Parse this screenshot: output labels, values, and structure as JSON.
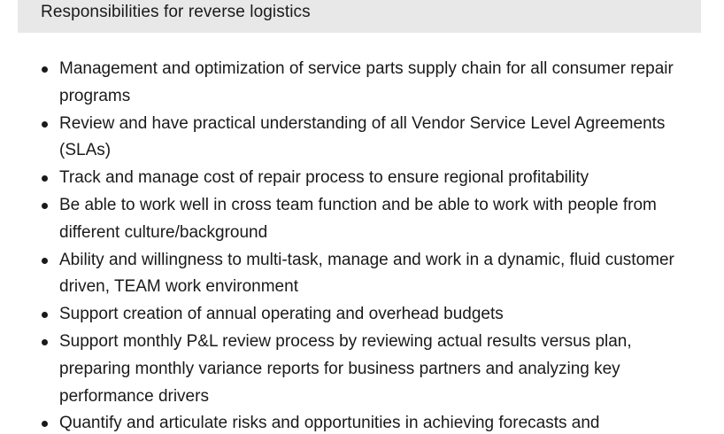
{
  "section": {
    "title": "Responsibilities for reverse logistics"
  },
  "responsibilities": [
    "Management and optimization of service parts supply chain for all consumer repair programs",
    "Review and have practical understanding of all Vendor Service Level Agreements (SLAs)",
    "Track and manage cost of repair process to ensure regional profitability",
    "Be able to work well in cross team function and be able to work with people from different culture/background",
    "Ability and willingness to multi-task, manage and work in a dynamic, fluid customer driven, TEAM work environment",
    "Support creation of annual operating and overhead budgets",
    "Support monthly P&L review process by reviewing actual results versus plan, preparing monthly variance reports for business partners and analyzing key performance drivers",
    "Quantify and articulate risks and opportunities in achieving forecasts and"
  ]
}
